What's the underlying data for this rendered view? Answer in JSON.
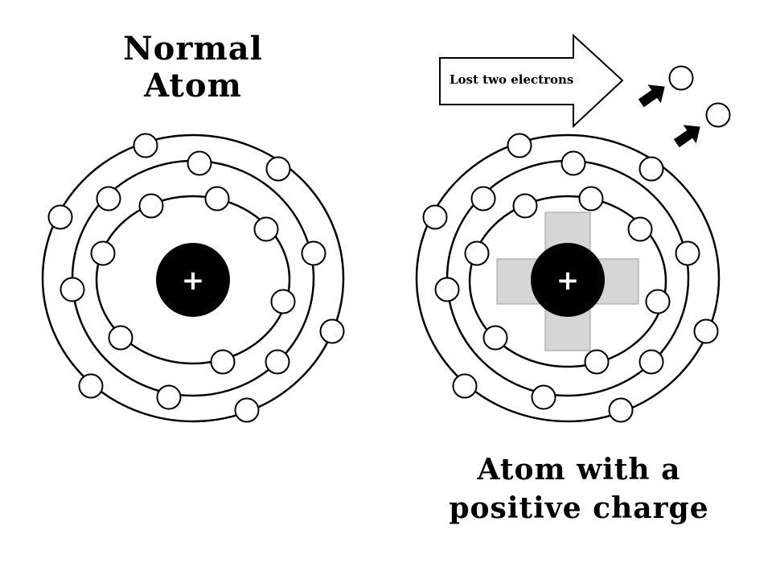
{
  "normal_atom": {
    "title_line1": "Normal",
    "title_line2": "Atom",
    "nucleus_sign": "+",
    "electron_count": 19
  },
  "charged_atom": {
    "title_line1": "Atom with a",
    "title_line2": "positive charge",
    "nucleus_sign": "+",
    "electron_count": 19
  },
  "loss_arrow": {
    "label": "Lost two electrons",
    "lost_electrons": 2
  },
  "colors": {
    "nucleus": "#000000",
    "electron_fill": "#ffffff",
    "orbit_stroke": "#000000",
    "plus_symbol_fill": "#d6d6d6"
  }
}
